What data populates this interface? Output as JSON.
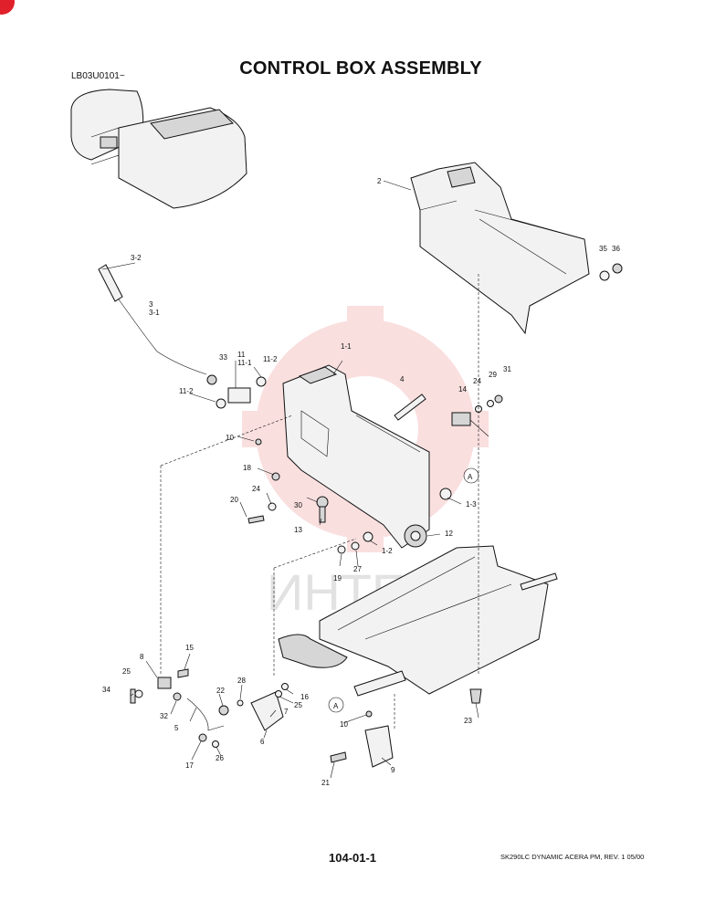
{
  "header": {
    "doc_code": "LB03U0101~",
    "title": "CONTROL BOX ASSEMBLY"
  },
  "footer": {
    "page_number": "104-01-1",
    "revision": "SK290LC DYNAMIC ACERA PM, REV. 1  05/00"
  },
  "watermark": {
    "text": "ИНТЕХ",
    "color": "#f4b9b9"
  },
  "callouts": [
    "2",
    "35",
    "36",
    "3-2",
    "3",
    "3-1",
    "1-1",
    "33",
    "11",
    "11-1",
    "11-2",
    "11-2",
    "4",
    "24",
    "29",
    "31",
    "14",
    "10",
    "A",
    "18",
    "24",
    "20",
    "30",
    "13",
    "1-3",
    "12",
    "1-2",
    "19",
    "27",
    "15",
    "8",
    "25",
    "34",
    "22",
    "28",
    "32",
    "16",
    "25",
    "7",
    "5",
    "6",
    "17",
    "26",
    "A",
    "10",
    "23",
    "21",
    "9"
  ],
  "colors": {
    "accent_red": "#e0202a"
  }
}
